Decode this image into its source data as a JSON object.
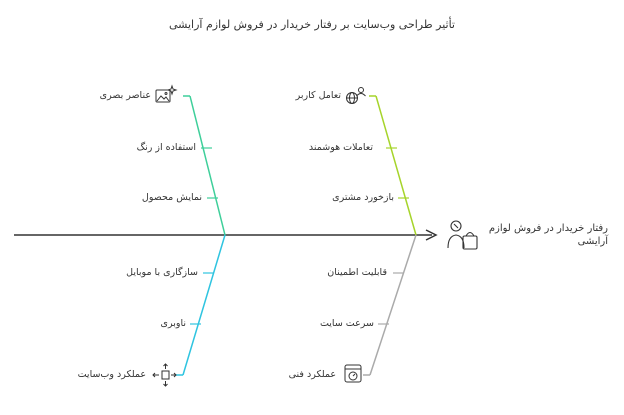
{
  "title": "تأثیر طراحی وب‌سایت بر رفتار خریدار در فروش لوازم آرایشی",
  "effect": {
    "line1": "رفتار خریدار در فروش لوازم",
    "line2": "آرایشی"
  },
  "categories": {
    "top_left": {
      "label": "عناصر بصری",
      "causes": [
        "استفاده از رنگ",
        "نمایش محصول"
      ],
      "color": "#3ecf9a"
    },
    "top_right": {
      "label": "تعامل کاربر",
      "causes": [
        "تعاملات هوشمند",
        "بازخورد مشتری"
      ],
      "color": "#a6d42b"
    },
    "bottom_left": {
      "label": "عملکرد وب‌سایت",
      "causes": [
        "سازگاری با موبایل",
        "ناوبری"
      ],
      "color": "#2ec4e0"
    },
    "bottom_right": {
      "label": "عملکرد فنی",
      "causes": [
        "قابلیت اطمینان",
        "سرعت سایت"
      ],
      "color": "#aaaaaa"
    }
  },
  "icons": {
    "effect": "person-with-bag-icon",
    "top_left": "image-sparkle-icon",
    "top_right": "user-globe-icon",
    "bottom_left": "arrows-expand-icon",
    "bottom_right": "stopwatch-browser-icon"
  }
}
